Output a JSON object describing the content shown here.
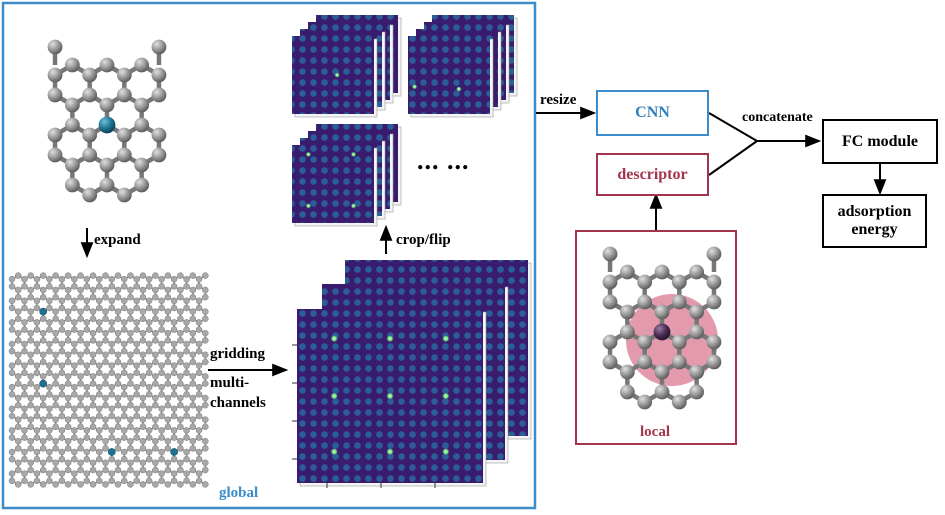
{
  "labels": {
    "expand": "expand",
    "gridding": "gridding",
    "multi": "multi-",
    "channels": "channels",
    "crop_flip": "crop/flip",
    "ellipsis": "... ...",
    "global": "global",
    "resize": "resize",
    "concatenate": "concatenate",
    "local": "local"
  },
  "boxes": {
    "cnn": "CNN",
    "descriptor": "descriptor",
    "fc_module": "FC module",
    "adsorption_line1": "adsorption",
    "adsorption_line2": "energy"
  },
  "colors": {
    "global_frame": "#3b8cc8",
    "cnn_border": "#3b8cc8",
    "cnn_text": "#2f7fb8",
    "local_frame": "#a2344e",
    "local_text": "#a2344e",
    "highlight_disc": "#d97890",
    "carbon_atom": "#8a8a8a",
    "dopant_atom": "#1d7290",
    "local_dopant_atom": "#5a2f55",
    "grid_bg": "#3a1c6e",
    "grid_dot": "#2a5e9a",
    "grid_spot": "#7cf08a"
  }
}
